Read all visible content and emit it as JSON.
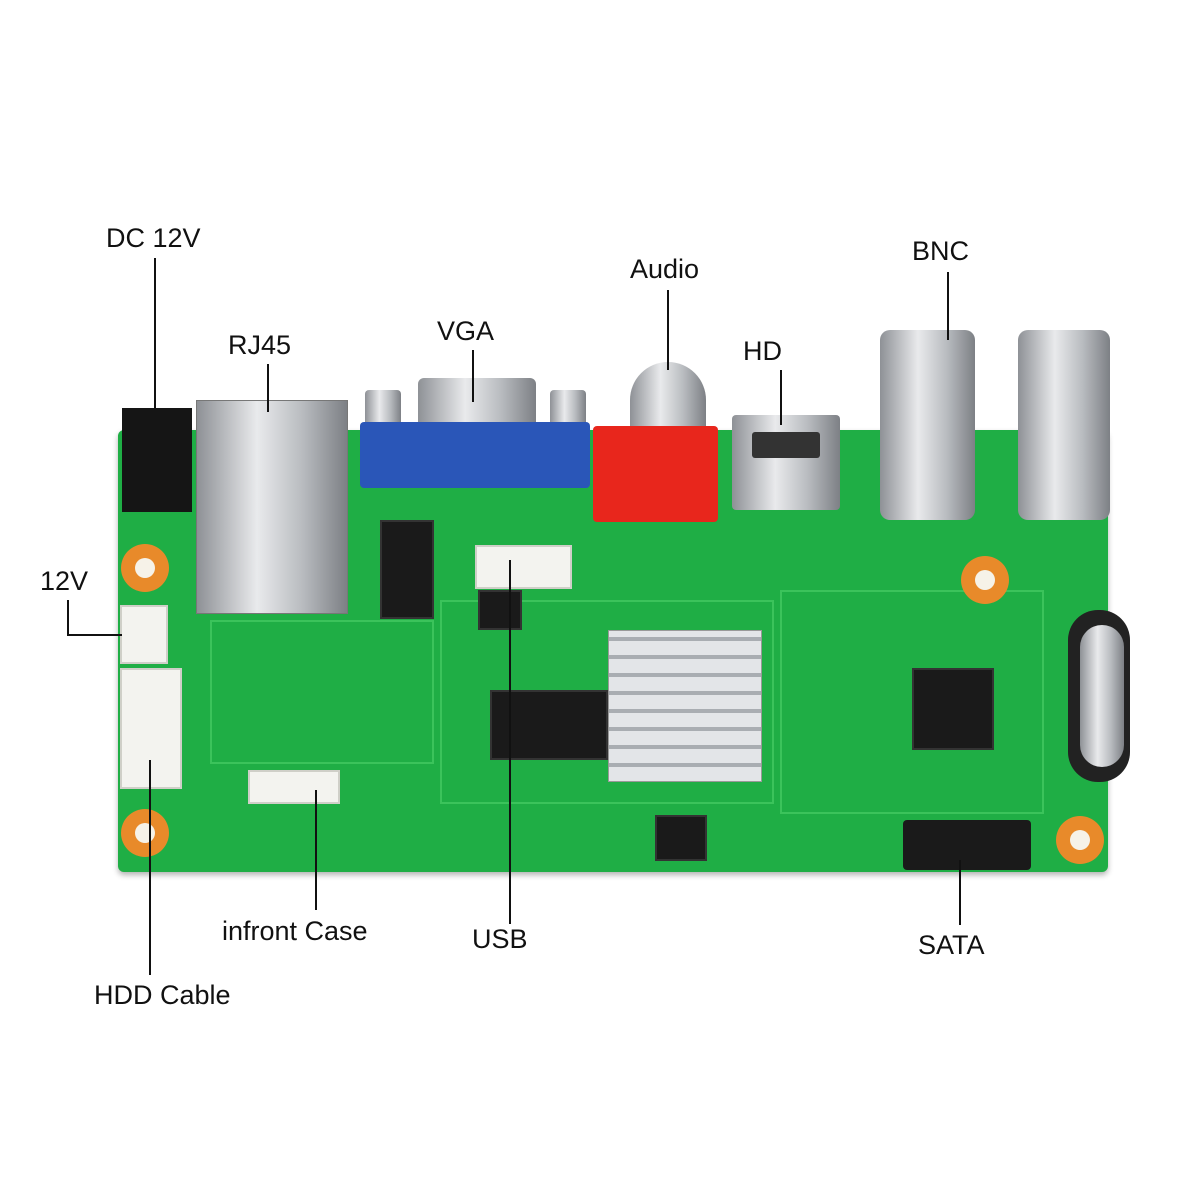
{
  "labels": {
    "dc12v": "DC 12V",
    "rj45": "RJ45",
    "vga": "VGA",
    "audio": "Audio",
    "hd": "HD",
    "bnc": "BNC",
    "v12": "12V",
    "infront_case": "infront Case",
    "usb": "USB",
    "hdd_cable": "HDD Cable",
    "sata": "SATA"
  },
  "colors": {
    "board": "#1fae45",
    "vga": "#2a56b8",
    "audio": "#e8261c",
    "mount_hole": "#e88a2a"
  }
}
